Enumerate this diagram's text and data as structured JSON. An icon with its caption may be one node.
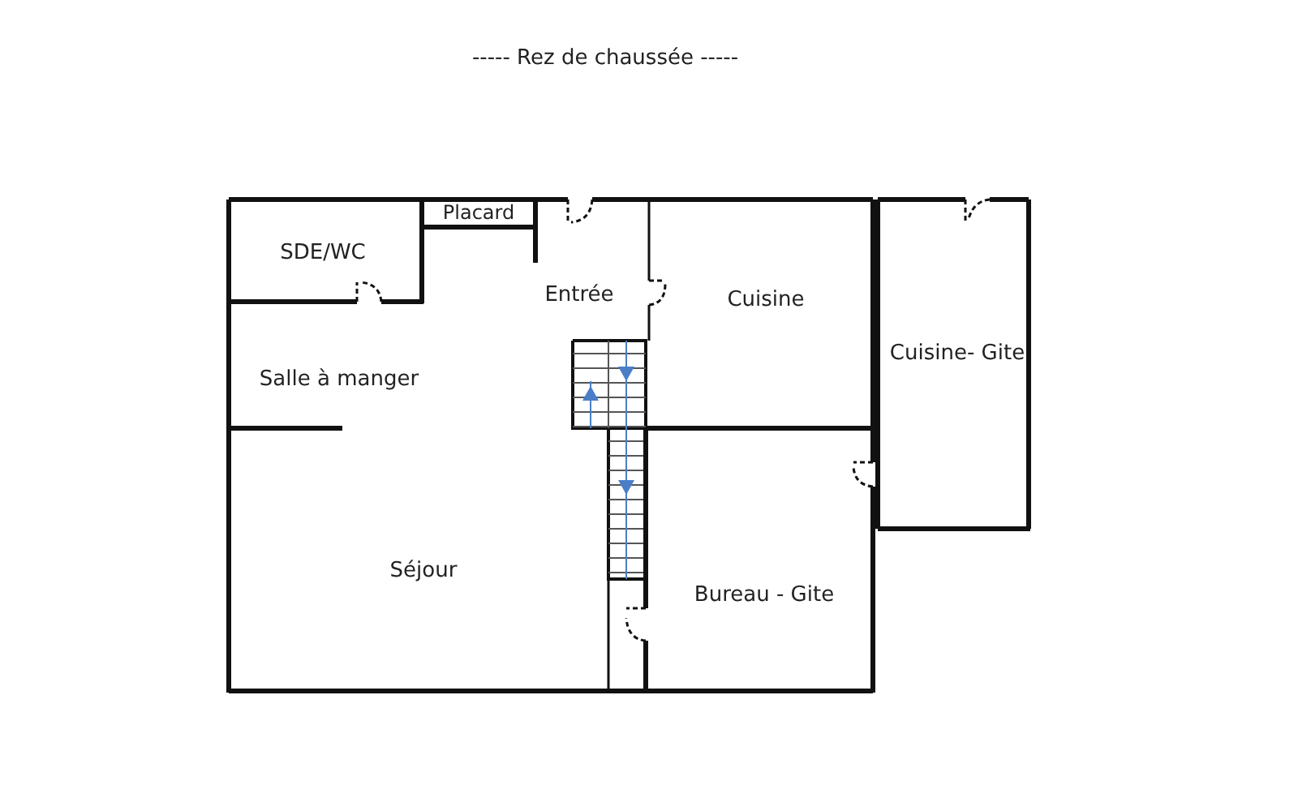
{
  "diagram": {
    "title": "-----  Rez de chaussée  -----",
    "labels": [
      "Placard",
      "SDE/WC",
      "Entrée",
      "Cuisine",
      "Cuisine- Gite",
      "Salle à manger",
      "Séjour",
      "Bureau - Gite"
    ]
  }
}
